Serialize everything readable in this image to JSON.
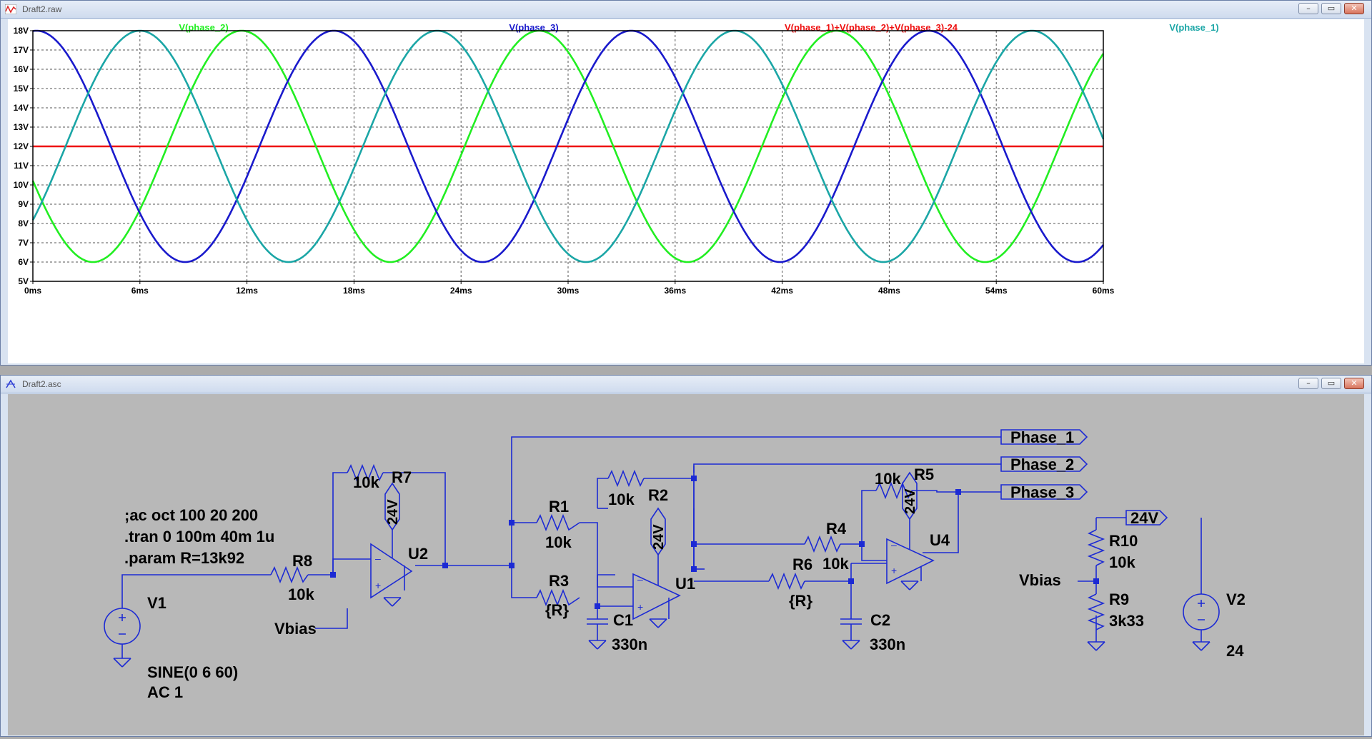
{
  "plot_window": {
    "title": "Draft2.raw",
    "buttons": {
      "minimize": "–",
      "restore": "▭",
      "close": "✕"
    }
  },
  "schematic_window": {
    "title": "Draft2.asc",
    "buttons": {
      "minimize": "–",
      "restore": "▭",
      "close": "✕"
    }
  },
  "chart_data": {
    "type": "line",
    "x_unit": "ms",
    "y_unit": "V",
    "xlim": [
      0,
      60
    ],
    "ylim": [
      5,
      18
    ],
    "x_ticks": [
      0,
      6,
      12,
      18,
      24,
      30,
      36,
      42,
      48,
      54,
      60
    ],
    "x_tick_labels": [
      "0ms",
      "6ms",
      "12ms",
      "18ms",
      "24ms",
      "30ms",
      "36ms",
      "42ms",
      "48ms",
      "54ms",
      "60ms"
    ],
    "y_ticks": [
      5,
      6,
      7,
      8,
      9,
      10,
      11,
      12,
      13,
      14,
      15,
      16,
      17,
      18
    ],
    "y_tick_labels": [
      "5V",
      "6V",
      "7V",
      "8V",
      "9V",
      "10V",
      "11V",
      "12V",
      "13V",
      "14V",
      "15V",
      "16V",
      "17V",
      "18V"
    ],
    "grid": true,
    "series": [
      {
        "name": "V(phase_2)",
        "color": "#22ee22",
        "kind": "sine",
        "offset": 12,
        "amplitude": 6,
        "frequency_hz": 60,
        "x_at_peak_ms": 11.7
      },
      {
        "name": "V(phase_3)",
        "color": "#1a1acc",
        "kind": "sine",
        "offset": 12,
        "amplitude": 6,
        "frequency_hz": 60,
        "x_at_peak_ms": 0.2
      },
      {
        "name": "V(phase_1)+V(phase_2)+V(phase_3)-24",
        "color": "#ee1111",
        "kind": "constant",
        "value": 12
      },
      {
        "name": "V(phase_1)",
        "color": "#1ba6a6",
        "kind": "sine",
        "offset": 12,
        "amplitude": 6,
        "frequency_hz": 60,
        "x_at_peak_ms": 6.0
      }
    ]
  },
  "schematic": {
    "wire_color": "#1c2ad4",
    "directives": [
      ";ac oct 100 20 200",
      ".tran 0 100m 40m 1u",
      ".param R=13k92"
    ],
    "source_v1": {
      "name": "V1",
      "value_line1": "SINE(0 6 60)",
      "value_line2": "AC 1"
    },
    "source_v2": {
      "name": "V2",
      "value": "24"
    },
    "vbias_label": "Vbias",
    "vbias_label2": "Vbias",
    "resistors": {
      "R1": {
        "name": "R1",
        "value": "10k"
      },
      "R2": {
        "name": "R2",
        "value": "10k"
      },
      "R3": {
        "name": "R3",
        "value": "{R}"
      },
      "R4": {
        "name": "R4",
        "value": "10k"
      },
      "R5": {
        "name": "R5",
        "value": "10k"
      },
      "R6": {
        "name": "R6",
        "value": "{R}"
      },
      "R7": {
        "name": "R7",
        "value": "10k"
      },
      "R8": {
        "name": "R8",
        "value": "10k"
      },
      "R9": {
        "name": "R9",
        "value": "3k33"
      },
      "R10": {
        "name": "R10",
        "value": "10k"
      }
    },
    "capacitors": {
      "C1": {
        "name": "C1",
        "value": "330n"
      },
      "C2": {
        "name": "C2",
        "value": "330n"
      }
    },
    "opamps": {
      "U1": {
        "name": "U1",
        "supply": "24V"
      },
      "U2": {
        "name": "U2",
        "supply": "24V"
      },
      "U4": {
        "name": "U4",
        "supply": "24V"
      }
    },
    "net_labels": {
      "phase_1": "Phase_1",
      "phase_2": "Phase_2",
      "phase_3": "Phase_3",
      "supply": "24V"
    }
  }
}
